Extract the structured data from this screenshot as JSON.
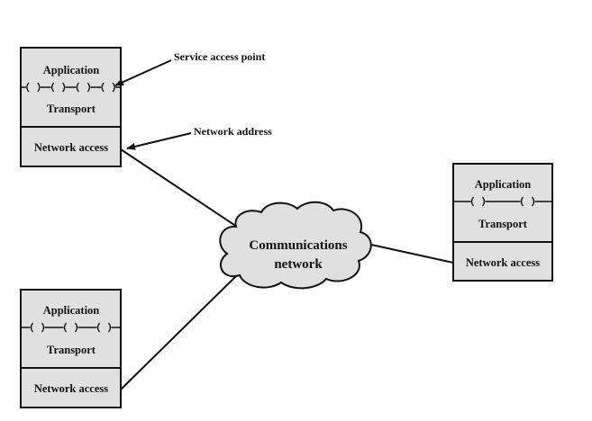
{
  "diagram": {
    "hosts": [
      {
        "id": "host-a",
        "layers": {
          "application": "Application",
          "transport": "Transport",
          "network": "Network access"
        },
        "sap_count": 4
      },
      {
        "id": "host-b",
        "layers": {
          "application": "Application",
          "transport": "Transport",
          "network": "Network access"
        },
        "sap_count": 2
      },
      {
        "id": "host-c",
        "layers": {
          "application": "Application",
          "transport": "Transport",
          "network": "Network access"
        },
        "sap_count": 3
      }
    ],
    "cloud": {
      "line1": "Communications",
      "line2": "network"
    },
    "callouts": {
      "service_access_point": "Service access point",
      "network_address": "Network address"
    },
    "colors": {
      "box_fill": "#e0e0e0",
      "stroke": "#111111",
      "cloud_fill": "#e0e0e0"
    }
  }
}
